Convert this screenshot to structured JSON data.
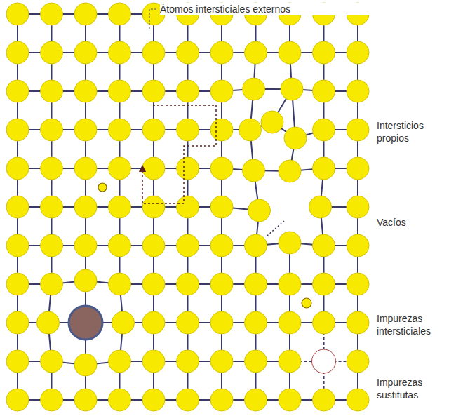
{
  "diagram": {
    "labels": [
      "Átomos intersticiales externos",
      "Intersticios propios",
      "Vacíos",
      "Impurezas intersticiales",
      "Impurezas sustitutas"
    ]
  }
}
